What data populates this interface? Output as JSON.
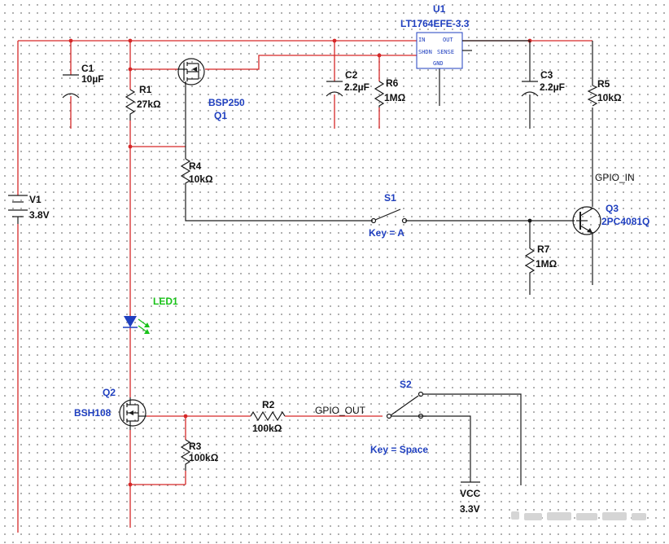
{
  "parts": {
    "c1": {
      "ref": "C1",
      "value": "10µF"
    },
    "c2": {
      "ref": "C2",
      "value": "2.2µF"
    },
    "c3": {
      "ref": "C3",
      "value": "2.2µF"
    },
    "r1": {
      "ref": "R1",
      "value": "27kΩ"
    },
    "r2": {
      "ref": "R2",
      "value": "100kΩ"
    },
    "r3": {
      "ref": "R3",
      "value": "100kΩ"
    },
    "r4": {
      "ref": "R4",
      "value": "10kΩ"
    },
    "r5": {
      "ref": "R5",
      "value": "10kΩ"
    },
    "r6": {
      "ref": "R6",
      "value": "1MΩ"
    },
    "r7": {
      "ref": "R7",
      "value": "1MΩ"
    },
    "q1": {
      "ref": "Q1",
      "value": "BSP250"
    },
    "q2": {
      "ref": "Q2",
      "value": "BSH108"
    },
    "q3": {
      "ref": "Q3",
      "value": "2PC4081Q"
    },
    "u1": {
      "ref": "U1",
      "value": "LT1764EFE-3.3",
      "pins": {
        "in": "IN",
        "out": "OUT",
        "shdn": "SHDN",
        "sense": "SENSE",
        "gnd": "GND"
      }
    },
    "v1": {
      "ref": "V1",
      "value": "3.8V"
    },
    "led1": {
      "ref": "LED1"
    },
    "s1": {
      "ref": "S1",
      "key": "Key = A"
    },
    "s2": {
      "ref": "S2",
      "key": "Key = Space"
    },
    "vcc": {
      "label": "VCC",
      "value": "3.3V"
    }
  },
  "nets": {
    "gpio_in": "GPIO_IN",
    "gpio_out": "GPIO_OUT"
  },
  "colors": {
    "wire": "#d62828",
    "component": "#1a1a1a",
    "label_blue": "#1f3fbf",
    "led_arrows": "#19c219",
    "grid_dot": "#9a9a9a"
  }
}
